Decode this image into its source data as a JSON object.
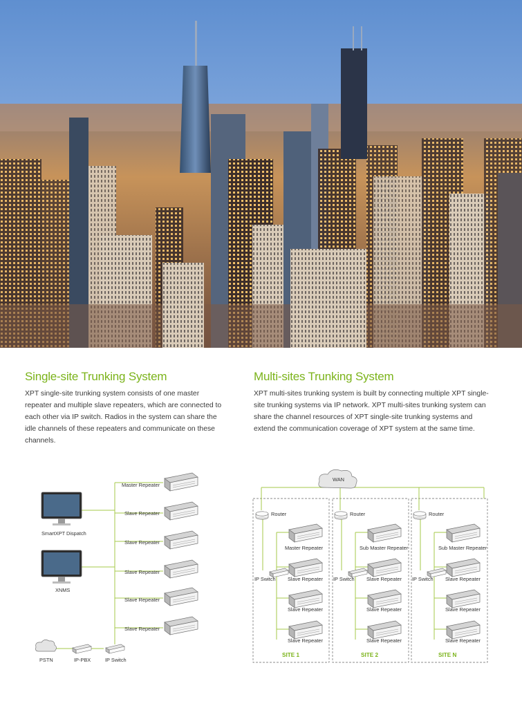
{
  "hero": {
    "icon": "city-skyline-photo"
  },
  "single_site": {
    "title": "Single-site Trunking System",
    "body": "XPT single-site trunking system consists of one master repeater and multiple slave repeaters, which are connected to each other via IP switch. Radios in the system can share the idle channels of these repeaters and communicate on these channels.",
    "diagram": {
      "repeaters": [
        "Master Repeater",
        "Slave Repeater",
        "Slave Repeater",
        "Slave Repeater",
        "Slave Repeater",
        "Slave Repeater"
      ],
      "dispatch_label": "SmartXPT Dispatch",
      "nms_label": "XNMS",
      "pstn_label": "PSTN",
      "ippbx_label": "IP-PBX",
      "switch_label": "IP Switch"
    }
  },
  "multi_site": {
    "title": "Multi-sites Trunking System",
    "body": "XPT multi-sites trunking system is built by connecting multiple XPT single-site trunking systems via IP network. XPT multi-sites trunking system can share the channel resources of XPT single-site trunking systems and extend the communication coverage of XPT system at the same time.",
    "diagram": {
      "wan_label": "WAN",
      "sites": [
        {
          "name": "SITE 1",
          "router": "Router",
          "switch": "IP Switch",
          "repeaters": [
            "Master Repeater",
            "Slave Repeater",
            "Slave Repeater",
            "Slave Repeater"
          ]
        },
        {
          "name": "SITE 2",
          "router": "Router",
          "switch": "IP Switch",
          "repeaters": [
            "Sub Master Repeater",
            "Slave Repeater",
            "Slave Repeater",
            "Slave Repeater"
          ]
        },
        {
          "name": "SITE N",
          "router": "Router",
          "switch": "IP Switch",
          "repeaters": [
            "Sub Master Repeater",
            "Slave Repeater",
            "Slave Repeater",
            "Slave Repeater"
          ]
        }
      ]
    }
  },
  "colors": {
    "accent": "#7bb31a",
    "line": "#a6c94a",
    "text": "#333333"
  }
}
